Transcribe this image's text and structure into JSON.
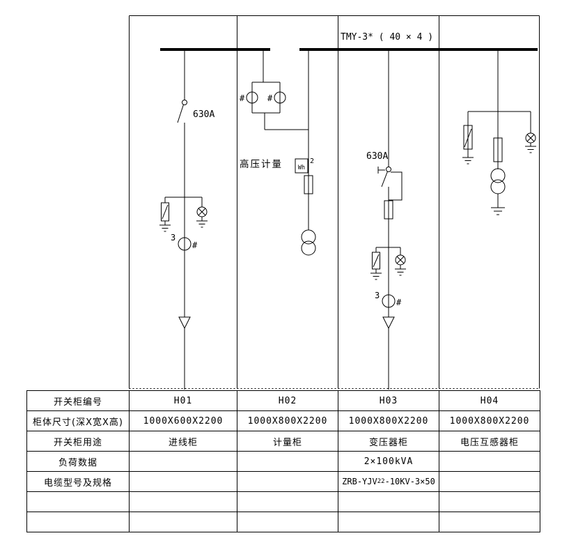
{
  "diagram": {
    "busbar_label": "TMY-3* ( 40 × 4 )",
    "h01": {
      "switch_rating": "630A",
      "ct_count": "3",
      "ct_mark": "#"
    },
    "h02": {
      "ct_mark_1": "#",
      "ct_mark_2": "#",
      "metering_label": "高压计量",
      "meter_text": "Wh",
      "meter_qty": "2"
    },
    "h03": {
      "switch_rating": "630A",
      "ct_count": "3",
      "ct_mark": "#"
    },
    "h04": {}
  },
  "table": {
    "row_labels": [
      "开关柜编号",
      "柜体尺寸(深X宽X高)",
      "开关柜用途",
      "负荷数据",
      "电缆型号及规格"
    ],
    "cabinets": [
      {
        "id": "H01",
        "size": "1000X600X2200",
        "purpose": "进线柜",
        "load": "",
        "cable_p1": "",
        "cable_sub": "",
        "cable_p2": ""
      },
      {
        "id": "H02",
        "size": "1000X800X2200",
        "purpose": "计量柜",
        "load": "",
        "cable_p1": "",
        "cable_sub": "",
        "cable_p2": ""
      },
      {
        "id": "H03",
        "size": "1000X800X2200",
        "purpose": "变压器柜",
        "load": "2×100kVA",
        "cable_p1": "ZRB-YJV",
        "cable_sub": "22",
        "cable_p2": "-10KV-3×50"
      },
      {
        "id": "H04",
        "size": "1000X800X2200",
        "purpose": "电压互感器柜",
        "load": "",
        "cable_p1": "",
        "cable_sub": "",
        "cable_p2": ""
      }
    ]
  }
}
